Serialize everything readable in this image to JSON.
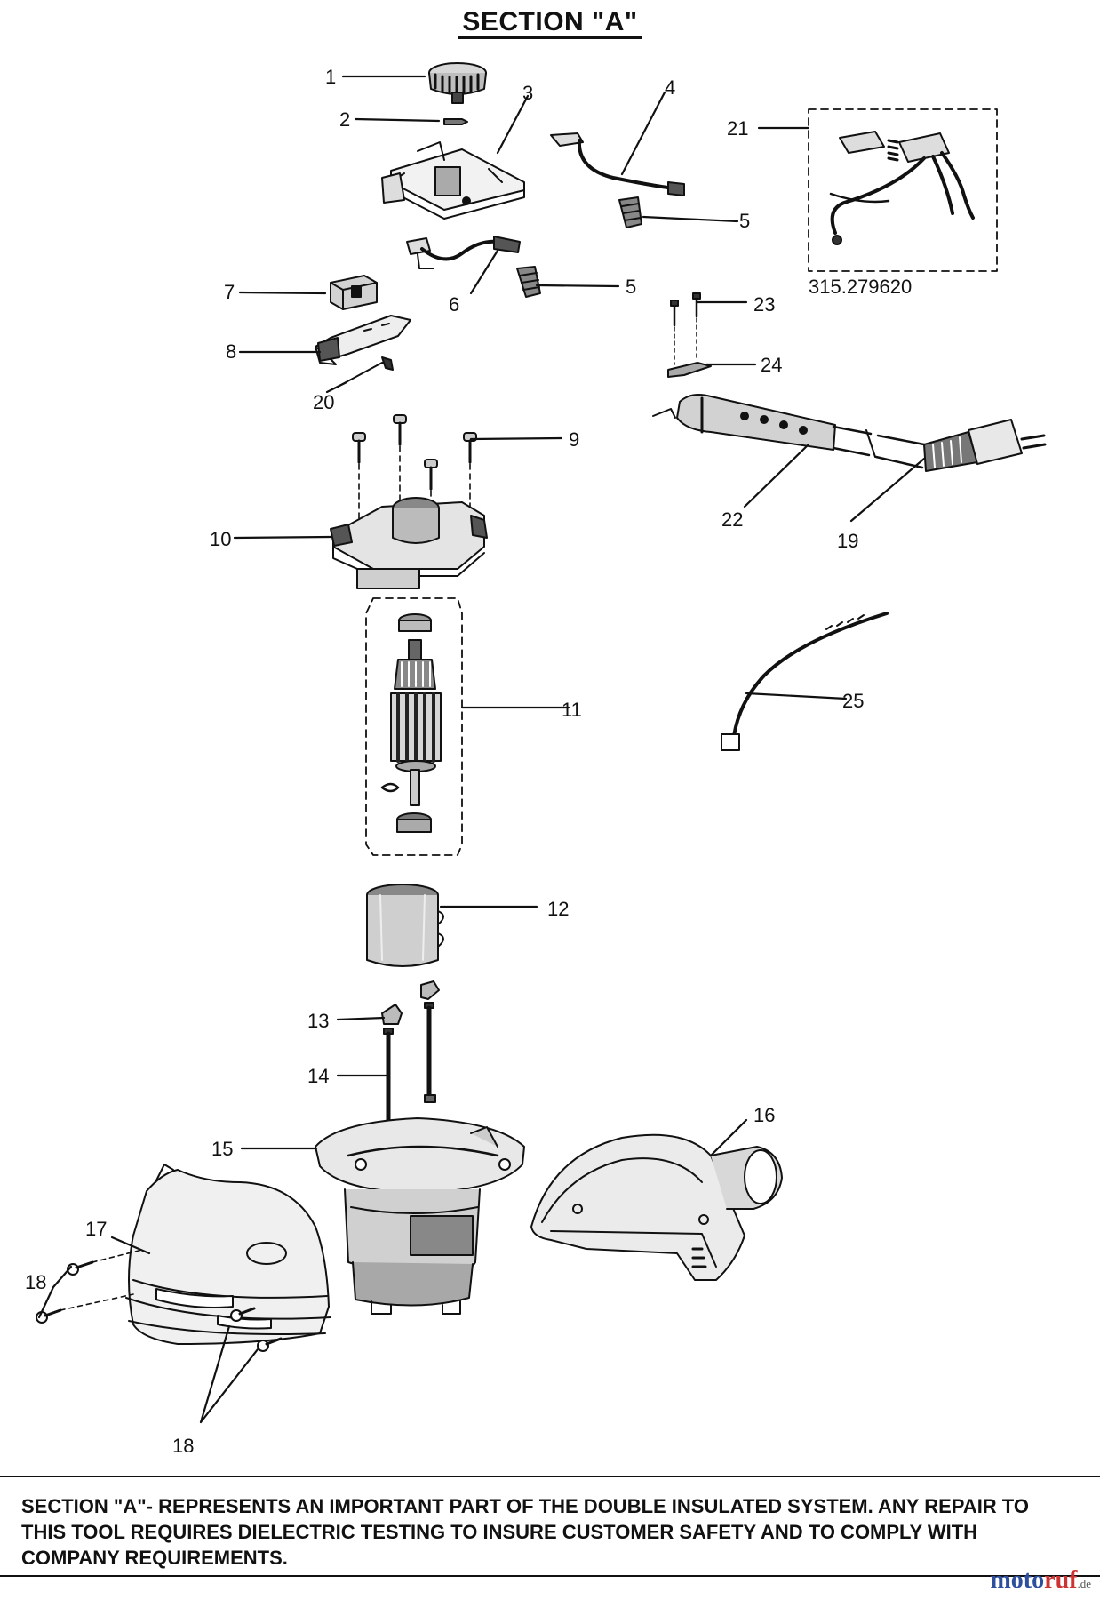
{
  "section_title": "SECTION \"A\"",
  "model_number": "315.279620",
  "callouts": [
    {
      "id": "c1",
      "text": "1"
    },
    {
      "id": "c2",
      "text": "2"
    },
    {
      "id": "c3",
      "text": "3"
    },
    {
      "id": "c4",
      "text": "4"
    },
    {
      "id": "c5a",
      "text": "5"
    },
    {
      "id": "c5b",
      "text": "5"
    },
    {
      "id": "c6",
      "text": "6"
    },
    {
      "id": "c7",
      "text": "7"
    },
    {
      "id": "c8",
      "text": "8"
    },
    {
      "id": "c9",
      "text": "9"
    },
    {
      "id": "c10",
      "text": "10"
    },
    {
      "id": "c11",
      "text": "11"
    },
    {
      "id": "c12",
      "text": "12"
    },
    {
      "id": "c13",
      "text": "13"
    },
    {
      "id": "c14",
      "text": "14"
    },
    {
      "id": "c15",
      "text": "15"
    },
    {
      "id": "c16",
      "text": "16"
    },
    {
      "id": "c17",
      "text": "17"
    },
    {
      "id": "c18a",
      "text": "18"
    },
    {
      "id": "c18b",
      "text": "18"
    },
    {
      "id": "c19",
      "text": "19"
    },
    {
      "id": "c20",
      "text": "20"
    },
    {
      "id": "c21",
      "text": "21"
    },
    {
      "id": "c22",
      "text": "22"
    },
    {
      "id": "c23",
      "text": "23"
    },
    {
      "id": "c24",
      "text": "24"
    },
    {
      "id": "c25",
      "text": "25"
    }
  ],
  "notice": "SECTION \"A\"- REPRESENTS AN IMPORTANT PART OF THE DOUBLE INSULATED SYSTEM. ANY REPAIR TO THIS TOOL REQUIRES DIELECTRIC TESTING TO INSURE CUSTOMER SAFETY AND TO COMPLY WITH COMPANY REQUIREMENTS.",
  "watermark": {
    "part1": "moto",
    "part2": "ruf",
    "part3": ".de"
  }
}
